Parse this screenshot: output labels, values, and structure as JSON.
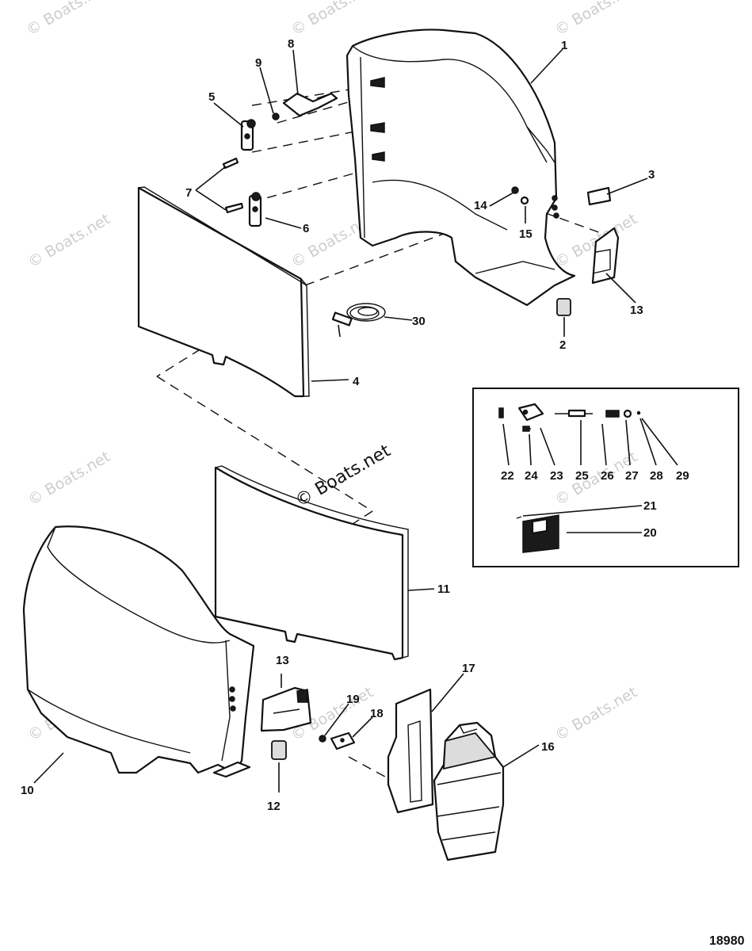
{
  "diagram": {
    "figure_code": "18980",
    "watermark": "© Boats.net",
    "callouts": {
      "c1": "1",
      "c2": "2",
      "c3": "3",
      "c4": "4",
      "c5": "5",
      "c6": "6",
      "c7": "7",
      "c8": "8",
      "c9": "9",
      "c10": "10",
      "c11": "11",
      "c12": "12",
      "c13a": "13",
      "c13b": "13",
      "c14": "14",
      "c15": "15",
      "c16": "16",
      "c17": "17",
      "c18": "18",
      "c19": "19",
      "c20": "20",
      "c21": "21",
      "c22": "22",
      "c23": "23",
      "c24": "24",
      "c25": "25",
      "c26": "26",
      "c27": "27",
      "c28": "28",
      "c29": "29",
      "c30": "30"
    }
  }
}
